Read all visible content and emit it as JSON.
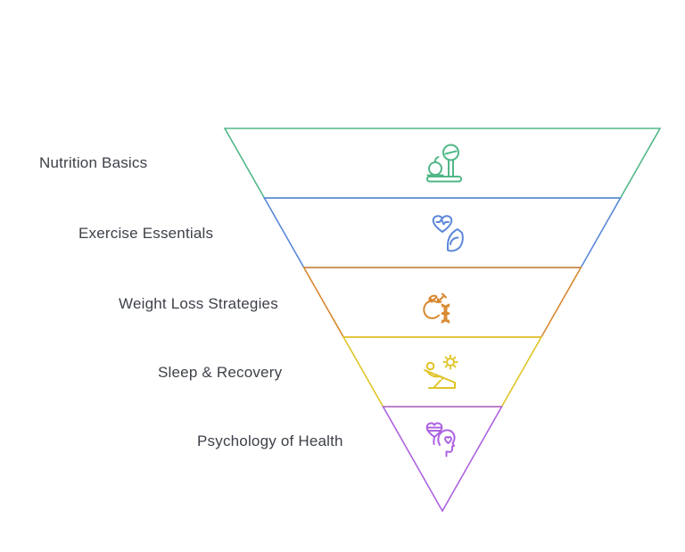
{
  "diagram": {
    "title": "",
    "type": "inverted-pyramid-funnel",
    "background_color": "#ffffff",
    "label_text_color": "#3d4149",
    "levels": [
      {
        "label": "Nutrition Basics",
        "color": "#52b788",
        "icon": "food-scale-icon"
      },
      {
        "label": "Exercise Essentials",
        "color": "#5b87d9",
        "icon": "heart-pulse-bicep-icon"
      },
      {
        "label": "Weight Loss Strategies",
        "color": "#d9882f",
        "icon": "apple-dna-icon"
      },
      {
        "label": "Sleep & Recovery",
        "color": "#e0c426",
        "icon": "lounge-chair-sun-icon"
      },
      {
        "label": "Psychology of Health",
        "color": "#ad63e0",
        "icon": "head-hearts-icon"
      }
    ]
  }
}
